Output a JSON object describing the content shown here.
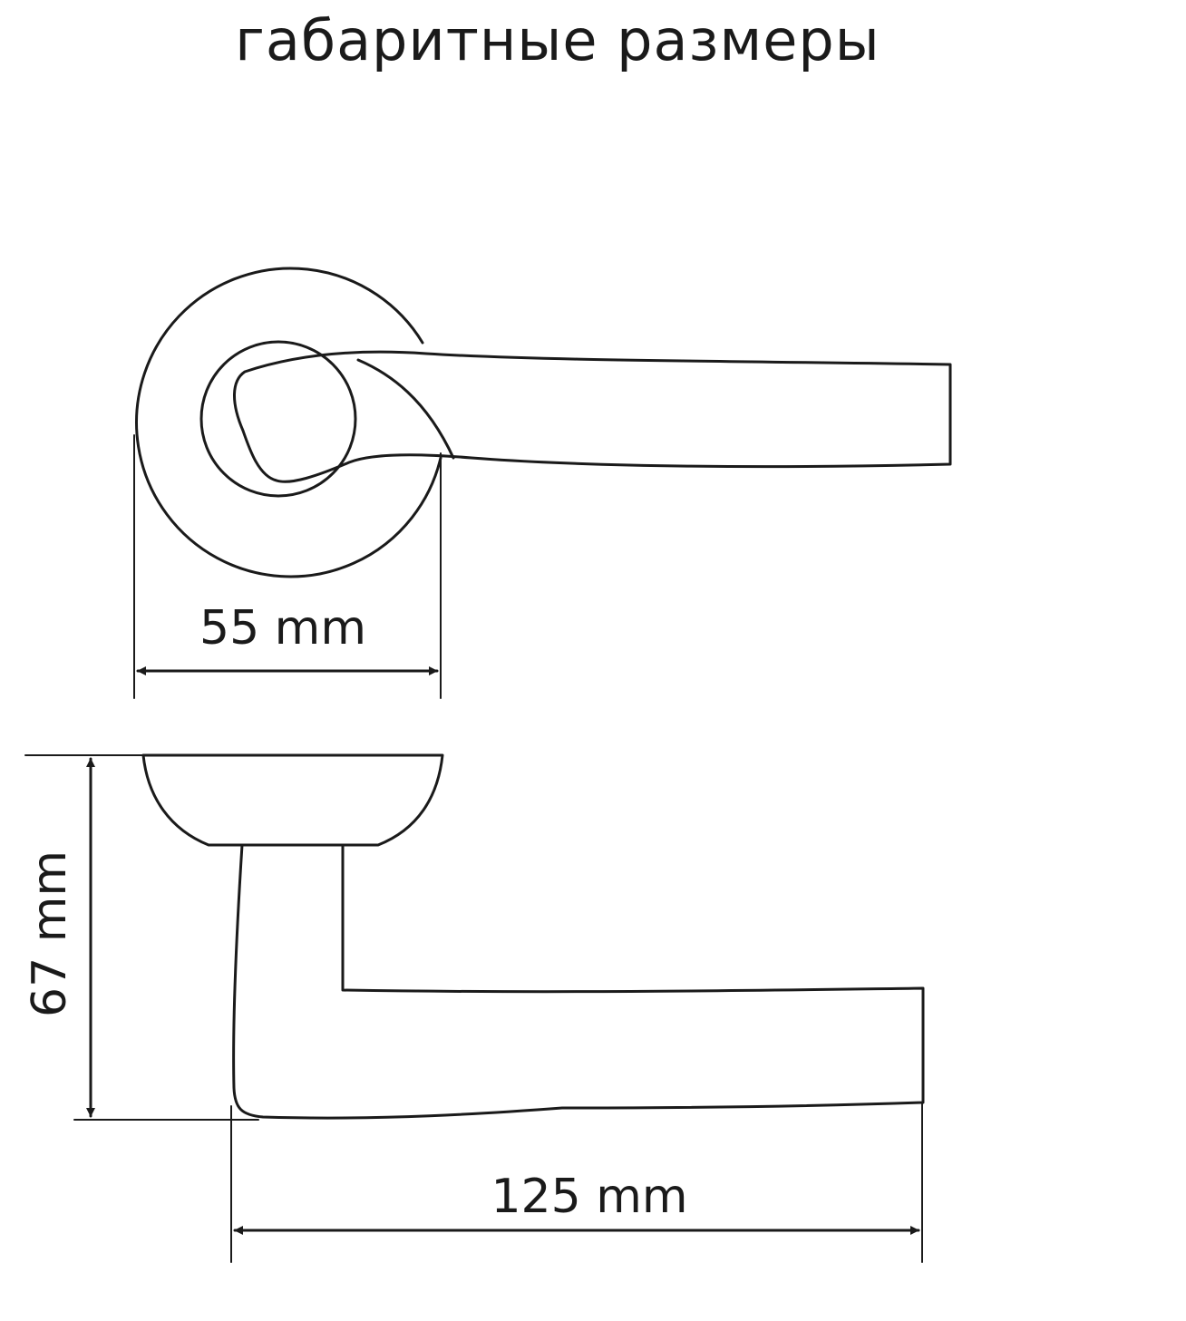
{
  "title": "габаритные размеры",
  "dimensions": {
    "rosette_diameter": "55 mm",
    "height": "67 mm",
    "length": "125 mm"
  },
  "colors": {
    "line": "#1a1a1a",
    "background": "#ffffff"
  }
}
